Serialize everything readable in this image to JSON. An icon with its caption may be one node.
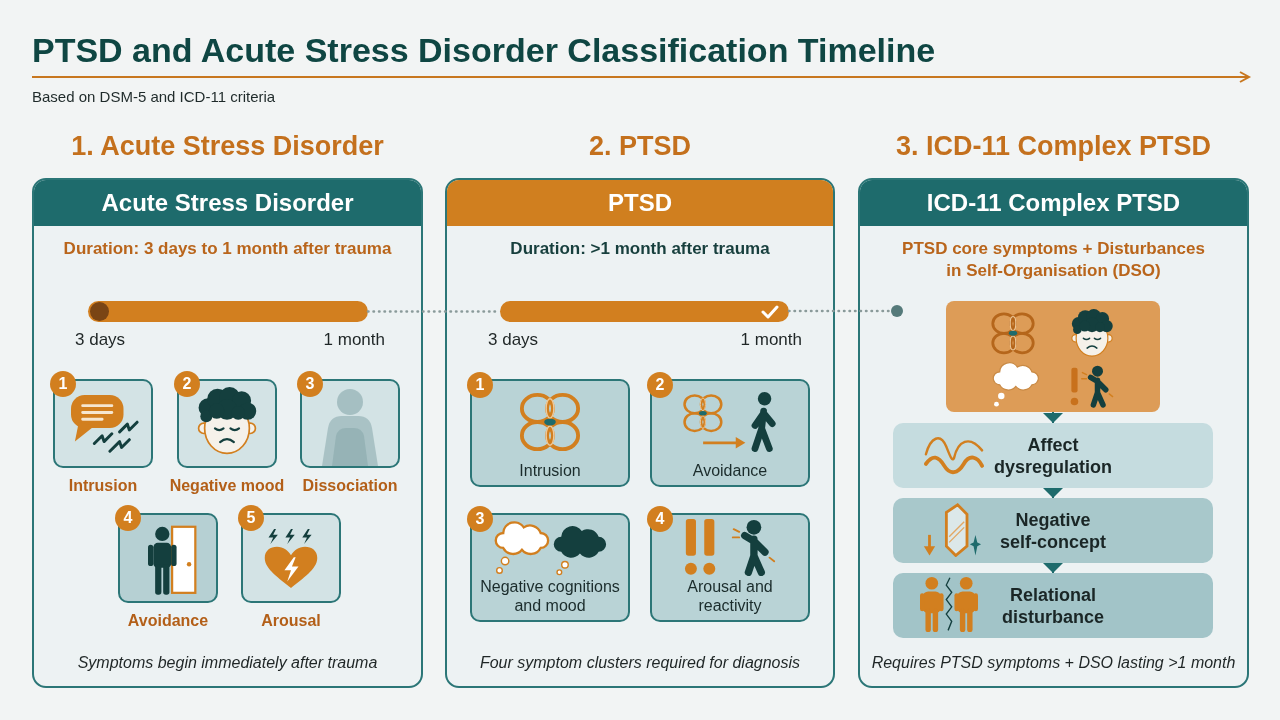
{
  "diagram": {
    "title": "PTSD and Acute Stress Disorder Classification Timeline",
    "nodes": [
      {
        "text": [
          "1. Acute Stress Disorder",
          "Acute Stress Disorder",
          "Duration: 3 days to 1 month after trauma",
          "Symptoms begin immediately after trauma"
        ]
      },
      {
        "text": [],
        "shape": "bar",
        "in": 0,
        "beside": [
          "3 days",
          "1 month"
        ]
      },
      {
        "text": [
          "1",
          "Intrusion"
        ],
        "in": 0
      },
      {
        "text": [
          "2",
          "Negative mood"
        ],
        "in": 0
      },
      {
        "text": [
          "3",
          "Dissociation"
        ],
        "in": 0
      },
      {
        "text": [
          "4",
          "Avoidance"
        ],
        "in": 0
      },
      {
        "text": [
          "5",
          "Arousal"
        ],
        "in": 0
      },
      {
        "text": [
          "2. PTSD",
          "PTSD",
          "Duration: >1 month after trauma",
          "Four symptom clusters required for diagnosis"
        ]
      },
      {
        "text": [],
        "shape": "bar",
        "in": 7,
        "beside": [
          "3 days",
          "1 month"
        ]
      },
      {
        "text": [
          "1",
          "Intrusion"
        ],
        "in": 7
      },
      {
        "text": [
          "2",
          "Avoidance"
        ],
        "in": 7
      },
      {
        "text": [
          "3",
          "Negative cognitions and mood"
        ],
        "in": 7
      },
      {
        "text": [
          "4",
          "Arousal and reactivity"
        ],
        "in": 7
      },
      {
        "text": [
          "3. ICD-11 Complex PTSD",
          "ICD-11 Complex PTSD",
          "PTSD core symptoms + Disturbances in Self-Organisation (DSO)",
          "Requires PTSD symptoms + DSO lasting >1 month"
        ]
      },
      {
        "text": [],
        "shape": "circle",
        "in": 13
      },
      {
        "text": [],
        "shape": "box",
        "in": 13
      },
      {
        "text": [
          "Affect dysregulation"
        ],
        "in": 13
      },
      {
        "text": [
          "Negative self-concept"
        ],
        "in": 13
      },
      {
        "text": [
          "Relational disturbance"
        ],
        "in": 13
      }
    ],
    "edges": [
      {
        "from": 1,
        "to": 8,
        "arrow": "none",
        "style": "dashed",
        "color": "#8a9a9a"
      },
      {
        "from": 8,
        "to": 14,
        "arrow": "none",
        "style": "dashed",
        "color": "#8a9a9a"
      },
      {
        "from": 15,
        "to": 16,
        "arrow": "to"
      },
      {
        "from": 16,
        "to": 17,
        "arrow": "to"
      },
      {
        "from": 17,
        "to": 18,
        "arrow": "to"
      }
    ],
    "labels": [
      "Based on DSM-5 and ICD-11 criteria"
    ]
  }
}
